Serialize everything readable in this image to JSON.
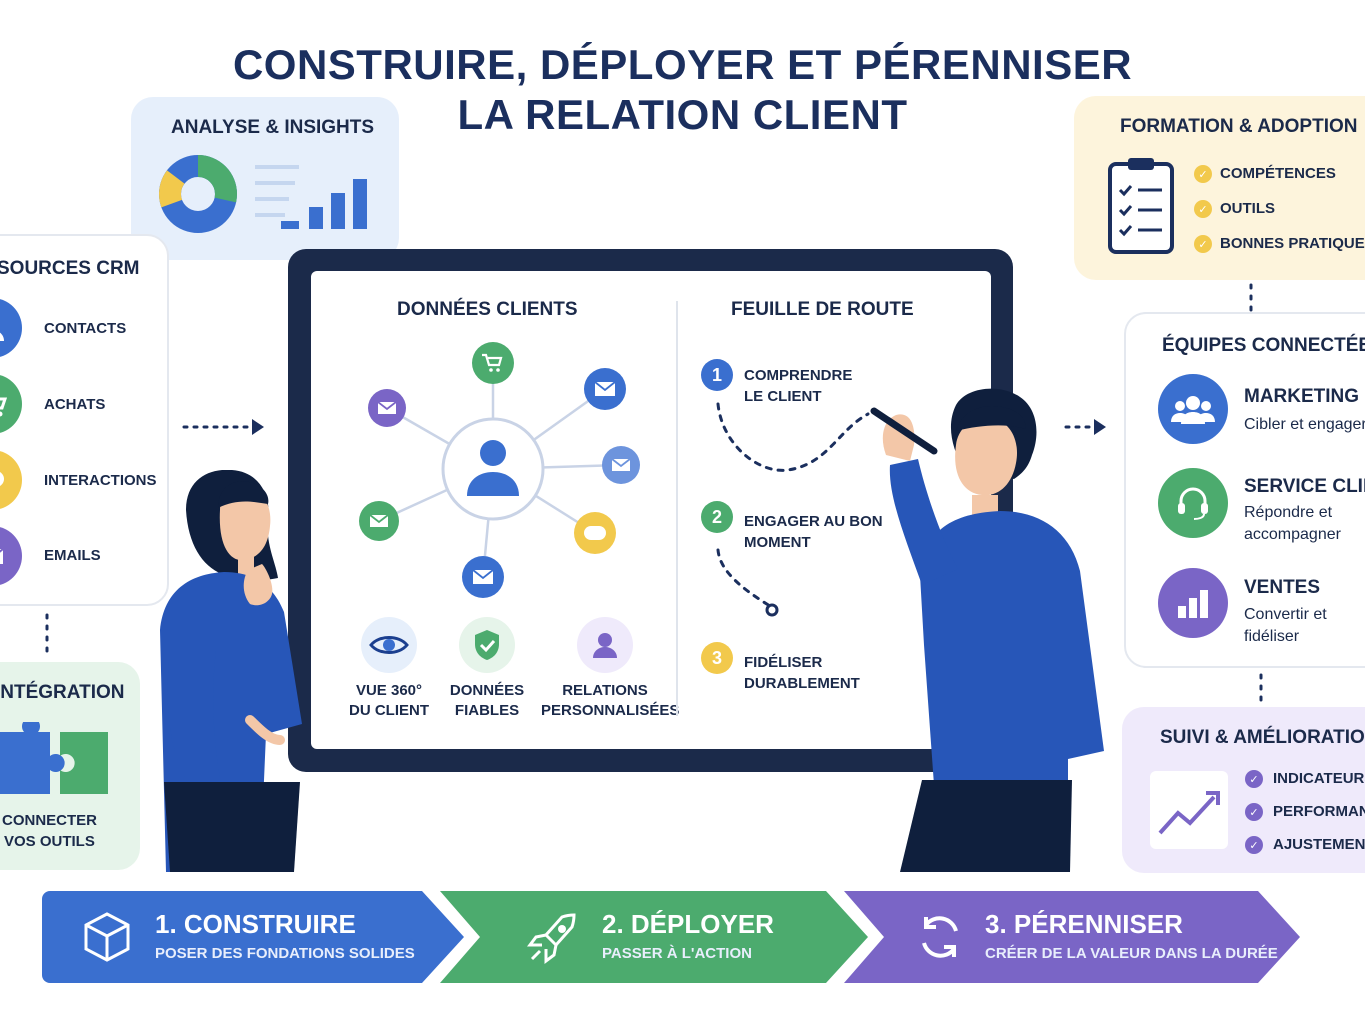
{
  "title": {
    "line1": "CONSTRUIRE, DÉPLOYER ET PÉRENNISER",
    "line2": "LA RELATION CLIENT"
  },
  "analyse": {
    "title": "ANALYSE & INSIGHTS"
  },
  "sources": {
    "title": "SOURCES CRM",
    "items": [
      "CONTACTS",
      "ACHATS",
      "INTERACTIONS",
      "EMAILS"
    ]
  },
  "integration": {
    "title": "INTÉGRATION",
    "caption_line1": "CONNECTER",
    "caption_line2": "VOS OUTILS"
  },
  "board": {
    "left_title": "DONNÉES CLIENTS",
    "features": [
      {
        "line1": "VUE 360°",
        "line2": "DU CLIENT"
      },
      {
        "line1": "DONNÉES",
        "line2": "FIABLES"
      },
      {
        "line1": "RELATIONS",
        "line2": "PERSONNALISÉES"
      }
    ],
    "right_title": "FEUILLE DE ROUTE",
    "steps": [
      {
        "num": "1",
        "line1": "COMPRENDRE",
        "line2": "LE CLIENT"
      },
      {
        "num": "2",
        "line1": "ENGAGER AU BON",
        "line2": "MOMENT"
      },
      {
        "num": "3",
        "line1": "FIDÉLISER",
        "line2": "DURABLEMENT"
      }
    ]
  },
  "formation": {
    "title": "FORMATION & ADOPTION",
    "items": [
      "COMPÉTENCES",
      "OUTILS",
      "BONNES PRATIQUES"
    ]
  },
  "equipes": {
    "title": "ÉQUIPES CONNECTÉES",
    "teams": [
      {
        "name": "MARKETING",
        "line1": "Cibler et engager",
        "line2": ""
      },
      {
        "name": "SERVICE CLIENT",
        "line1": "Répondre et",
        "line2": "accompagner"
      },
      {
        "name": "VENTES",
        "line1": "Convertir et",
        "line2": "fidéliser"
      }
    ]
  },
  "suivi": {
    "title": "SUIVI & AMÉLIORATION",
    "items": [
      "INDICATEURS",
      "PERFORMANCE",
      "AJUSTEMENTS"
    ]
  },
  "phases": [
    {
      "title": "1. CONSTRUIRE",
      "subtitle": "POSER DES FONDATIONS SOLIDES",
      "color": "#3a6fcf"
    },
    {
      "title": "2. DÉPLOYER",
      "subtitle": "PASSER À L'ACTION",
      "color": "#4cab6e"
    },
    {
      "title": "3. PÉRENNISER",
      "subtitle": "CRÉER DE LA VALEUR DANS LA DURÉE",
      "color": "#7a65c6"
    }
  ],
  "colors": {
    "navy": "#1b2f5e",
    "blue": "#3a6fcf",
    "green": "#4cab6e",
    "purple": "#7a65c6",
    "yellow": "#f2c94c"
  }
}
